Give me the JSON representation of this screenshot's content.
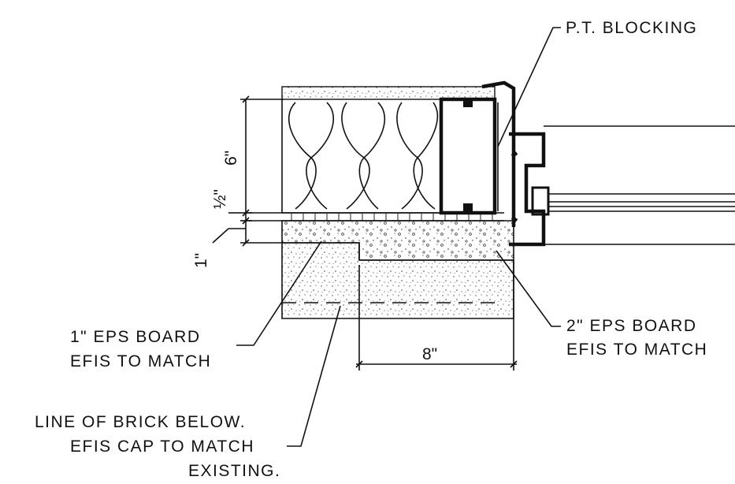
{
  "labels": {
    "pt_blocking": "P.T. BLOCKING",
    "eps1_line1": "1\" EPS BOARD",
    "eps1_line2": "EFIS TO MATCH",
    "eps2_line1": "2\" EPS BOARD",
    "eps2_line2": "EFIS TO MATCH",
    "brick_line1": "LINE OF BRICK BELOW.",
    "brick_line2": "EFIS CAP TO MATCH",
    "brick_line3": "EXISTING."
  },
  "dimensions": {
    "six_inch": "6\"",
    "half_inch": "½\"",
    "one_inch": "1\"",
    "eight_inch": "8\""
  },
  "colors": {
    "ink": "#111111",
    "paper": "#ffffff",
    "stipple": "#444444"
  }
}
